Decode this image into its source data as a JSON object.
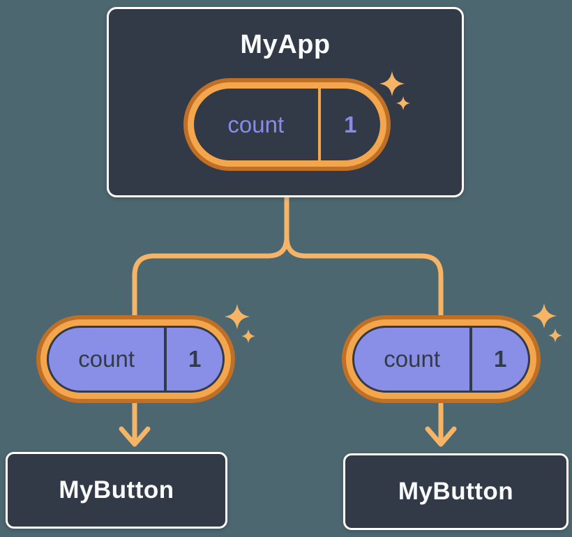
{
  "colors": {
    "background": "#4C6770",
    "node_fill": "#333A47",
    "node_border": "#FFFFFF",
    "ring_outer_orange": "#C06F26",
    "ring_inner_orange": "#F3A64C",
    "connector_orange": "#F6B566",
    "pill_purple": "#898FE7",
    "purple_text": "#868CE8",
    "dark_text": "#333A47",
    "title_text": "#FAFBFC"
  },
  "root": {
    "title": "MyApp",
    "state": {
      "name": "count",
      "value": "1"
    }
  },
  "children": [
    {
      "title": "MyButton",
      "prop": {
        "name": "count",
        "value": "1"
      }
    },
    {
      "title": "MyButton",
      "prop": {
        "name": "count",
        "value": "1"
      }
    }
  ]
}
